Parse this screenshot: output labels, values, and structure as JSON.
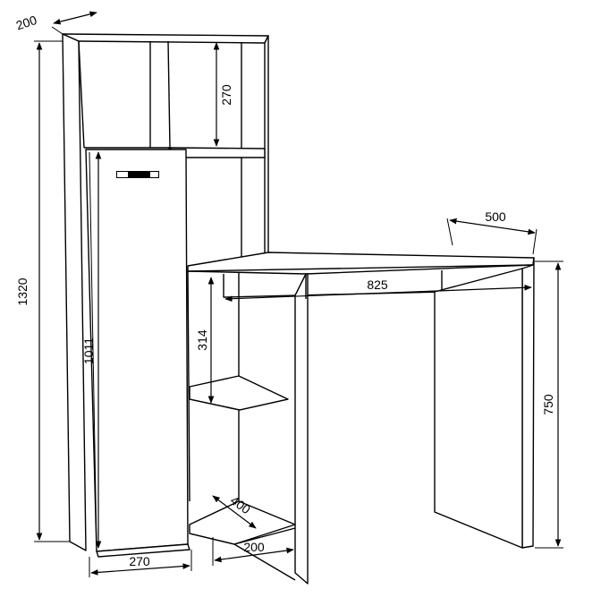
{
  "dimensions": {
    "depth_top": "200",
    "total_height": "1320",
    "top_shelf_gap": "270",
    "door_height": "1011",
    "cabinet_width": "270",
    "desk_depth": "500",
    "desk_width": "825",
    "desk_height": "750",
    "side_shelf_gap": "314",
    "shelf_depth": "400",
    "shelf_width": "200"
  },
  "lock_label": "",
  "colors": {
    "line": "#000000",
    "background": "#ffffff"
  }
}
